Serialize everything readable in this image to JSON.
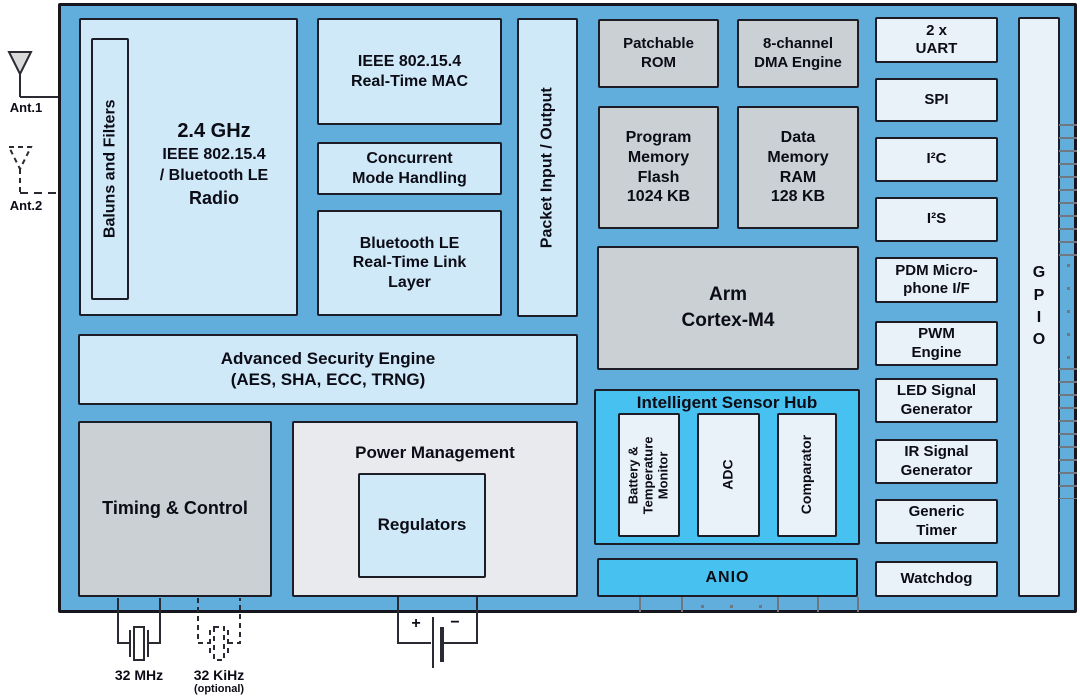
{
  "colors": {
    "chip_body": "#61aedd",
    "block_light_blue": "#cfe9f8",
    "block_grey": "#cbd0d4",
    "block_pale_grey": "#e8eaee",
    "block_pale_blue": "#e9f1f9",
    "hub_cyan": "#47c2f0",
    "border_dark": "#16161f",
    "pin_grey": "#6f7781"
  },
  "antennas": {
    "ant1": "Ant.1",
    "ant2": "Ant.2"
  },
  "chip": {
    "radio": {
      "balun": "Baluns and Filters",
      "freq": "2.4 GHz",
      "std": "IEEE 802.15.4",
      "bt": "/ Bluetooth LE",
      "name": "Radio"
    },
    "mac": "IEEE 802.15.4\nReal-Time MAC",
    "concurrent": "Concurrent\nMode Handling",
    "btle": "Bluetooth LE\nReal-Time Link\nLayer",
    "packet_io": "Packet Input / Output",
    "security": "Advanced Security Engine\n(AES, SHA, ECC, TRNG)",
    "timing": "Timing & Control",
    "power": {
      "title": "Power Management",
      "regulators": "Regulators"
    },
    "rom": "Patchable\nROM",
    "dma": "8-channel\nDMA Engine",
    "flash": "Program\nMemory\nFlash\n1024 KB",
    "ram": "Data\nMemory\nRAM\n128 KB",
    "cpu": "Arm\nCortex-M4",
    "hub": {
      "title": "Intelligent Sensor Hub",
      "battery": "Battery &\nTemperature\nMonitor",
      "adc": "ADC",
      "comparator": "Comparator"
    },
    "anio": "ANIO",
    "peripherals": [
      "2 x\nUART",
      "SPI",
      "I²C",
      "I²S",
      "PDM Micro-\nphone I/F",
      "PWM\nEngine",
      "LED Signal\nGenerator",
      "IR Signal\nGenerator",
      "Generic\nTimer",
      "Watchdog"
    ],
    "gpio": "G\nP\nI\nO"
  },
  "external": {
    "mhz": "32 MHz",
    "khz": "32 KiHz",
    "khz_note": "(optional)",
    "battery_plus": "+",
    "battery_minus": "−"
  }
}
